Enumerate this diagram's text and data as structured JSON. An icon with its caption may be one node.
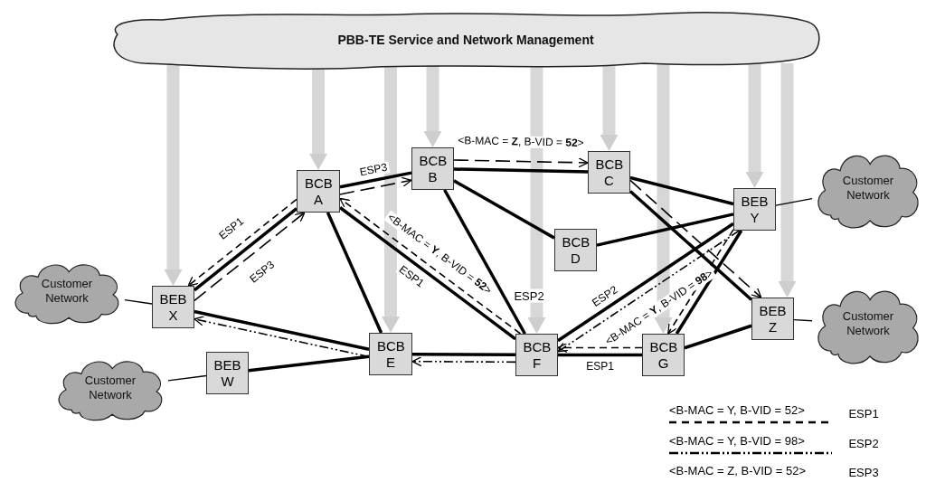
{
  "diagram": {
    "nodes": [
      {
        "text": [
          "PBB-TE Service and Network Management"
        ]
      },
      {
        "text": [
          "Customer Network"
        ]
      },
      {
        "text": [
          "BEB X"
        ]
      },
      {
        "text": [
          "BCB A"
        ]
      },
      {
        "text": [
          "BCB B"
        ]
      },
      {
        "text": [
          "BCB C"
        ]
      },
      {
        "text": [
          "BCB D"
        ]
      },
      {
        "text": [
          "BEB Y"
        ]
      },
      {
        "text": [
          "Customer Network"
        ]
      },
      {
        "text": [
          "BEB Z"
        ]
      },
      {
        "text": [
          "Customer Network"
        ]
      },
      {
        "text": [
          "BCB E"
        ]
      },
      {
        "text": [
          "BCB F"
        ]
      },
      {
        "text": [
          "BCB G"
        ]
      },
      {
        "text": [
          "BEB W"
        ]
      },
      {
        "text": [
          "Customer Network"
        ]
      }
    ],
    "edges": [
      {
        "from": 0,
        "to": 2,
        "arrow": "to",
        "style": "thick",
        "color": "#a6a6a6"
      },
      {
        "from": 0,
        "to": 3,
        "arrow": "to",
        "style": "thick",
        "color": "#a6a6a6"
      },
      {
        "from": 0,
        "to": 4,
        "arrow": "to",
        "style": "thick",
        "color": "#a6a6a6"
      },
      {
        "from": 0,
        "to": 5,
        "arrow": "to",
        "style": "thick",
        "color": "#a6a6a6"
      },
      {
        "from": 0,
        "to": 7,
        "arrow": "to",
        "style": "thick",
        "color": "#a6a6a6"
      },
      {
        "from": 0,
        "to": 9,
        "arrow": "to",
        "style": "thick",
        "color": "#a6a6a6"
      },
      {
        "from": 0,
        "to": 11,
        "arrow": "to",
        "style": "thick",
        "color": "#a6a6a6"
      },
      {
        "from": 0,
        "to": 12,
        "arrow": "to",
        "style": "thick",
        "color": "#a6a6a6"
      },
      {
        "from": 0,
        "to": 13,
        "arrow": "to",
        "style": "thick",
        "color": "#a6a6a6"
      },
      {
        "from": 1,
        "to": 2,
        "arrow": "none"
      },
      {
        "from": 7,
        "to": 8,
        "arrow": "none"
      },
      {
        "from": 9,
        "to": 10,
        "arrow": "none"
      },
      {
        "from": 15,
        "to": 14,
        "arrow": "none"
      },
      {
        "from": 2,
        "to": 3,
        "arrow": "none"
      },
      {
        "from": 2,
        "to": 11,
        "arrow": "none"
      },
      {
        "from": 3,
        "to": 4,
        "arrow": "none",
        "label": "ESP3"
      },
      {
        "from": 3,
        "to": 11,
        "arrow": "none"
      },
      {
        "from": 3,
        "to": 12,
        "arrow": "none",
        "label": "ESP1"
      },
      {
        "from": 4,
        "to": 5,
        "arrow": "none"
      },
      {
        "from": 4,
        "to": 6,
        "arrow": "none"
      },
      {
        "from": 4,
        "to": 12,
        "arrow": "none"
      },
      {
        "from": 5,
        "to": 7,
        "arrow": "none"
      },
      {
        "from": 5,
        "to": 9,
        "arrow": "none"
      },
      {
        "from": 6,
        "to": 7,
        "arrow": "none"
      },
      {
        "from": 11,
        "to": 12,
        "arrow": "none"
      },
      {
        "from": 14,
        "to": 11,
        "arrow": "none"
      },
      {
        "from": 12,
        "to": 13,
        "arrow": "none",
        "label": "ESP1"
      },
      {
        "from": 12,
        "to": 7,
        "arrow": "none",
        "label": "ESP2"
      },
      {
        "from": 13,
        "to": 7,
        "arrow": "none"
      },
      {
        "from": 13,
        "to": 9,
        "arrow": "none"
      },
      {
        "from": 7,
        "to": 13,
        "arrow": "to",
        "style": "dashed"
      },
      {
        "from": 13,
        "to": 12,
        "arrow": "to",
        "style": "dashed"
      },
      {
        "from": 12,
        "to": 3,
        "arrow": "to",
        "style": "dashed",
        "label": "<B-MAC = **Y**, B-VID = **52**>"
      },
      {
        "from": 3,
        "to": 2,
        "arrow": "to",
        "style": "dashed",
        "label": "ESP1"
      },
      {
        "from": 7,
        "to": 12,
        "arrow": "to",
        "style": "dashed",
        "label": "<B-MAC = **Y**, B-VID = **98**>"
      },
      {
        "from": 12,
        "to": 11,
        "arrow": "to",
        "style": "dashed"
      },
      {
        "from": 11,
        "to": 2,
        "arrow": "to",
        "style": "dashed"
      },
      {
        "from": 2,
        "to": 3,
        "arrow": "to",
        "style": "dashed",
        "label": "ESP3"
      },
      {
        "from": 3,
        "to": 4,
        "arrow": "to",
        "style": "dashed"
      },
      {
        "from": 4,
        "to": 5,
        "arrow": "to",
        "style": "dashed",
        "label": "<B-MAC = **Z**, B-VID = **52**>"
      },
      {
        "from": 5,
        "to": 9,
        "arrow": "to",
        "style": "dashed"
      }
    ],
    "labels": [
      "ESP2",
      "ESP1",
      "ESP2",
      "ESP3"
    ],
    "legend": [
      {
        "text": "<B-MAC = Y, B-VID = 52>"
      },
      {
        "text": "<B-MAC = Y, B-VID = 98>"
      },
      {
        "text": "<B-MAC = Z, B-VID = 52>"
      }
    ]
  }
}
